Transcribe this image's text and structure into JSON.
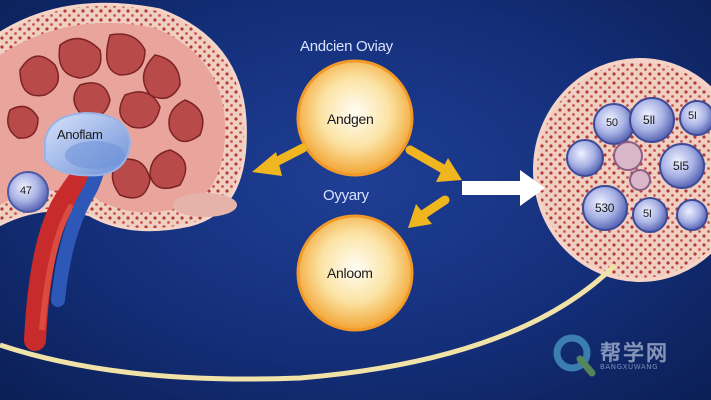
{
  "labels": {
    "title": "Andcien Oviay",
    "top_circle": "Andgen",
    "middle": "Oyyary",
    "bottom_circle": "Anloom",
    "gland": "Anoflam",
    "gland_small": "47",
    "cells": [
      "50",
      "5Il",
      "5I5",
      "5I",
      "530",
      "5I"
    ]
  },
  "watermark": {
    "text": "帮学网",
    "sub": "BANGXUWANG"
  },
  "colors": {
    "background": "#142f7a",
    "circle_fill": "#f6c766",
    "circle_edge": "#f19a2a",
    "arrow_yellow": "#f0b620",
    "tissue": "#e9a7a0",
    "vessel_red": "#c82b2b",
    "vessel_blue": "#2e58b8",
    "cell_blue": "#8c98d6",
    "curve": "#f1e3a8"
  }
}
